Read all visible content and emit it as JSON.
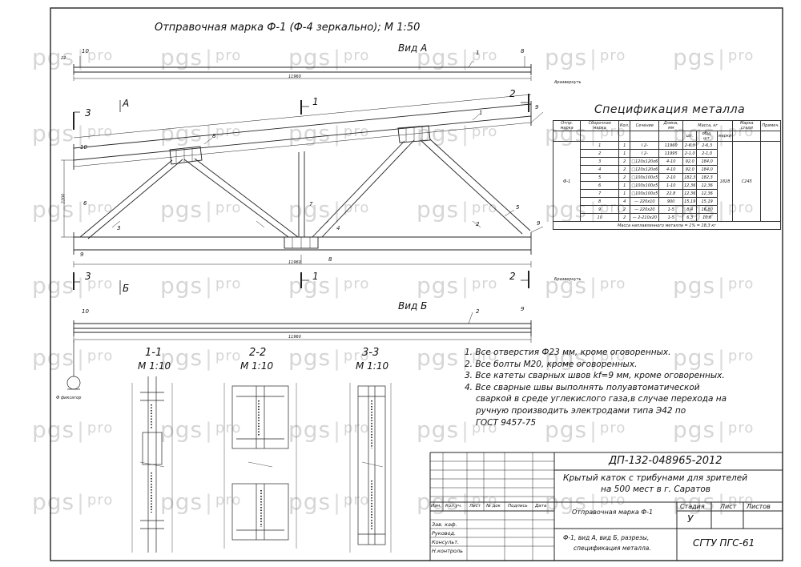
{
  "drawing": {
    "title": "Отправочная марка Ф-1 (Ф-4 зеркально); М 1:50",
    "view_a": "Вид А",
    "view_b": "Вид Б",
    "cut_labels": {
      "c1": "1",
      "c2": "2",
      "c3": "3",
      "a": "А",
      "b": "Б"
    },
    "refs": {
      "pos1": "1",
      "pos2": "2",
      "pos3": "3",
      "pos4": "4",
      "pos5": "5",
      "pos6": "6",
      "pos7": "7",
      "pos8": "8",
      "pos9": "9",
      "pos10": "10",
      "razv_a": "Аразвернуть",
      "razv_b": "Бразвернуть",
      "fix": "Ф фиксатор",
      "dim_length": "11960",
      "dim_height": "2200",
      "dim_small": "22"
    },
    "sections": [
      {
        "name": "1-1",
        "scale": "М 1:10"
      },
      {
        "name": "2-2",
        "scale": "М 1:10"
      },
      {
        "name": "3-3",
        "scale": "М 1:10"
      }
    ]
  },
  "spec": {
    "title": "Спецификация металла",
    "headers": [
      "Отпр. марка",
      "Сборочная марка",
      "Кол.",
      "Сечение",
      "Длина, мм",
      "Масса, кг",
      "Марка стали",
      "Примеч."
    ],
    "subheaders": [
      "шт.",
      "общ. шт.",
      "марки"
    ],
    "mark": "Ф-1",
    "steel": "С245",
    "total_mass": "1828",
    "rows": [
      [
        "1",
        "1",
        "I 2-",
        "11960",
        "2-6,3",
        "2-6,3"
      ],
      [
        "2",
        "1",
        "I 2-",
        "11995",
        "2-1,0",
        "2-1,0"
      ],
      [
        "3",
        "2",
        "□120х120х6",
        "4-10",
        "92,0",
        "184,0"
      ],
      [
        "4",
        "2",
        "□120х120х6",
        "4-10",
        "92,0",
        "184,0"
      ],
      [
        "5",
        "2",
        "□100х100х5",
        "2-10",
        "182,3",
        "182,3"
      ],
      [
        "6",
        "1",
        "□100х100х5",
        "1-10",
        "12,36",
        "12,36"
      ],
      [
        "7",
        "1",
        "□100х100х5",
        "22,8",
        "12,36",
        "12,36"
      ],
      [
        "8",
        "4",
        "— 220х10",
        "900",
        "15,19",
        "15,19"
      ],
      [
        "9",
        "2",
        "— 220х20",
        "1-5",
        "8,4",
        "16,80"
      ],
      [
        "10",
        "2",
        "— 2-210х20",
        "1-5",
        "6,3",
        "10,6"
      ]
    ],
    "footer": "Масса наплавленного металла = 1% = 18,3 кг"
  },
  "notes": [
    "1. Все отверстия Ф23 мм, кроме оговоренных.",
    "2. Все болты М20, кроме оговоренных.",
    "3. Все катеты сварных швов kf=9 мм, кроме оговоренных.",
    "4. Все сварные швы выполнять полуавтоматической",
    "сваркой в среде углекислого газа,в случае перехода на",
    "ручную производить электродами типа Э42 по",
    "ГОСТ 9457-75"
  ],
  "stamp": {
    "code": "ДП-132-048965-2012",
    "project": "Крытый каток с трибунами для зрителей",
    "project2": "на 500 мест в г. Саратов",
    "sheet_title": "Отправочная марка Ф-1",
    "sheet_desc": "Ф-1, вид А, вид Б, разрезы,",
    "sheet_desc2": "спецификация металла.",
    "stage_h": "Стадия",
    "list_h": "Лист",
    "lists_h": "Листов",
    "stage": "У",
    "org": "СГТУ ПГС-61",
    "roles": [
      "Зав. каф.",
      "Руковод.",
      "Консульт.",
      "Н.контроль"
    ],
    "cols": [
      "Изм.",
      "Кол.уч.",
      "Лист",
      "№ док",
      "Подпись",
      "Дата"
    ]
  },
  "watermark": {
    "brand": "pgs",
    "suffix": "pro"
  }
}
